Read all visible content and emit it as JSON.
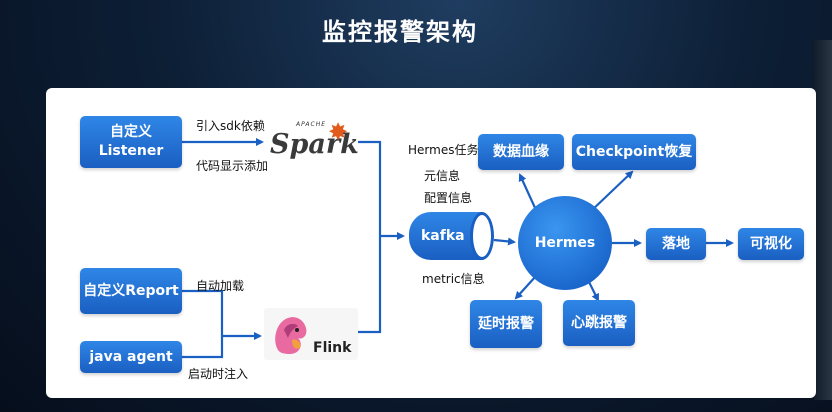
{
  "title": "监控报警架构",
  "boxes": {
    "listener": "自定义\nListener",
    "report": "自定义Report",
    "java_agent": "java agent",
    "data_lineage": "数据血缘",
    "checkpoint": "Checkpoint恢复",
    "land": "落地",
    "visualize": "可视化",
    "latency_alert": "延时报警",
    "heartbeat_alert": "心跳报警"
  },
  "labels": {
    "import_sdk": "引入sdk依赖",
    "code_add": "代码显示添加",
    "auto_load": "自动加载",
    "startup_inject": "启动时注入",
    "hermes_task_id": "Hermes任务id",
    "meta_info": "元信息",
    "config_info": "配置信息",
    "metric_info": "metric信息"
  },
  "nodes": {
    "kafka": "kafka",
    "hermes": "Hermes"
  },
  "logos": {
    "spark_apache": "APACHE",
    "spark": "Spark",
    "flink": "Flink"
  },
  "colors": {
    "box_blue": "#1a66cc",
    "arrow_blue": "#1a5fc2",
    "spark_orange": "#e25a1c"
  }
}
